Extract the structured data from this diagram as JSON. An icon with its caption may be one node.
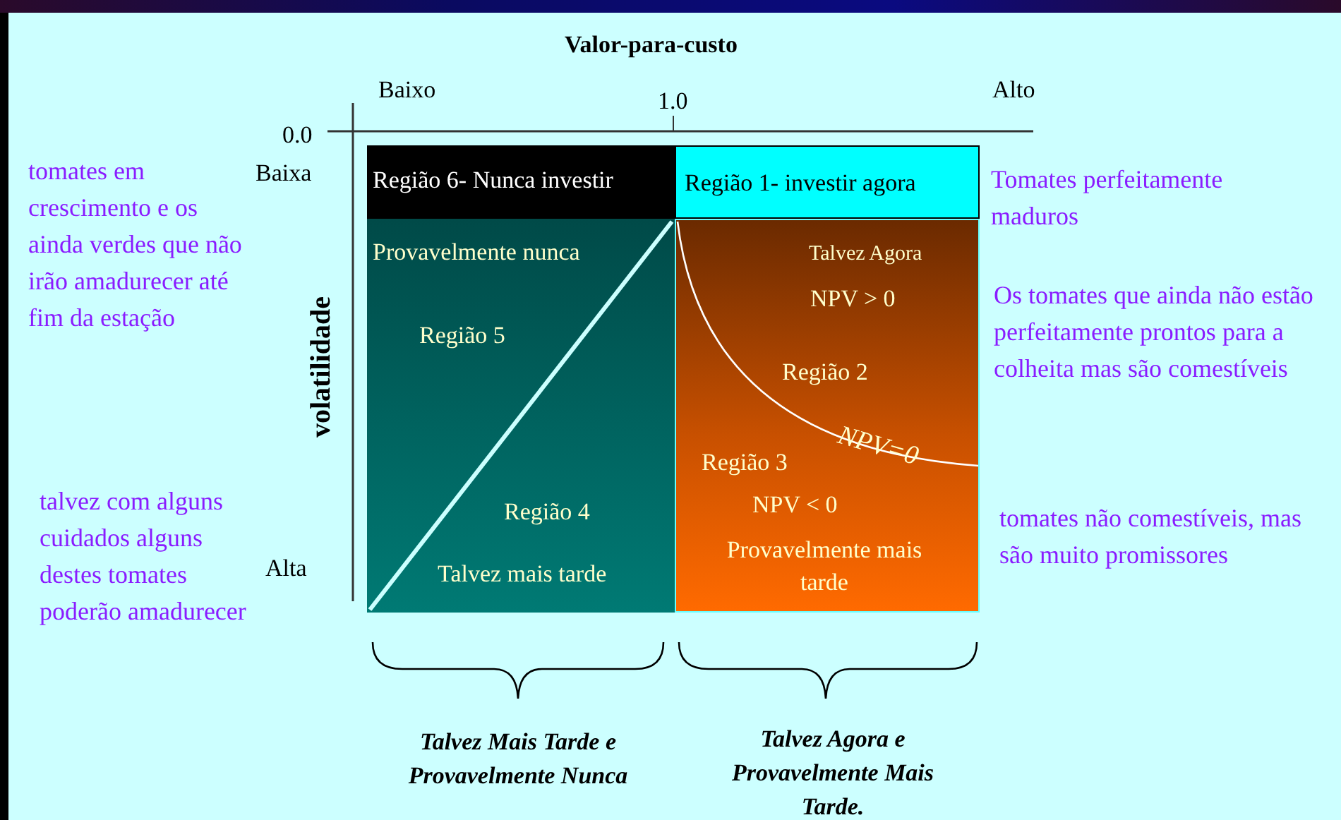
{
  "diagram": {
    "nodes": [
      {
        "text": [
          "Região 6- Nunca investir"
        ]
      },
      {
        "text": [
          "Região 1- investir agora"
        ]
      },
      {
        "text": [
          "Provavelmente nunca",
          "Região 5",
          "Região 4",
          "Talvez mais tarde"
        ]
      },
      {
        "text": [
          "Talvez Agora",
          "NPV > 0",
          "Região 2",
          "NPV=0",
          "Região 3",
          "NPV < 0",
          "Provavelmente mais tarde"
        ]
      }
    ],
    "edges": [],
    "labels": [
      "Valor-para-custo",
      "Baixo",
      "1.0",
      "Alto",
      "0.0",
      "Baixa",
      "volatilidade",
      "Alta",
      "tomates em crescimento e os ainda verdes que não irão amadurecer até fim da estação",
      "Tomates perfeitamente maduros",
      "Os tomates que ainda não estão perfeitamente prontos para a colheita mas são comestíveis",
      "talvez com alguns cuidados alguns destes tomates poderão amadurecer",
      "tomates não comestíveis, mas são muito promissores",
      "Talvez Mais Tarde e Provavelmente Nunca",
      "Talvez Agora e Provavelmente Mais Tarde."
    ]
  }
}
